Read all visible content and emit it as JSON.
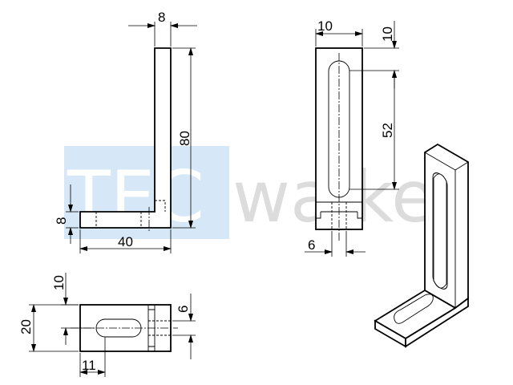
{
  "watermark": {
    "tec": "TEC",
    "walker": "walker",
    "tec_box_color": "#d6e8f7",
    "tec_text_color": "#ffffff",
    "walker_color": "#dcdcdc"
  },
  "dimensions": {
    "side_top_width": "8",
    "side_height": "80",
    "side_base_thickness": "8",
    "side_base_length": "40",
    "front_width": "10",
    "front_top_offset": "10",
    "front_slot_length": "52",
    "front_bottom_width": "6",
    "top_offset": "10",
    "top_width": "20",
    "top_slot_width": "6",
    "top_slot_offset": "11"
  }
}
